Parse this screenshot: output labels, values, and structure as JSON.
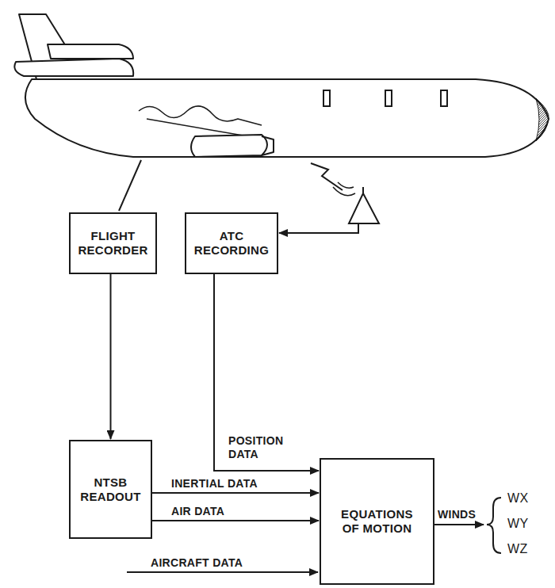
{
  "diagram": {
    "nodes": [
      {
        "text": [
          "FLIGHT RECORDER"
        ]
      },
      {
        "text": [
          "ATC RECORDING"
        ]
      },
      {
        "text": [
          "NTSB READOUT"
        ]
      },
      {
        "text": [
          "EQUATIONS OF MOTION"
        ]
      }
    ],
    "edges": [
      {
        "from": 0,
        "to": 2,
        "arrow": "to"
      },
      {
        "from": 1,
        "to": 3,
        "label": "POSITION DATA",
        "arrow": "to"
      },
      {
        "from": 2,
        "to": 3,
        "label": "INERTIAL DATA",
        "arrow": "to"
      },
      {
        "from": 2,
        "to": 3,
        "label": "AIR DATA",
        "arrow": "to"
      }
    ],
    "labels": [
      "AIRCRAFT DATA",
      "WINDS",
      "WX",
      "WY",
      "WZ"
    ]
  }
}
